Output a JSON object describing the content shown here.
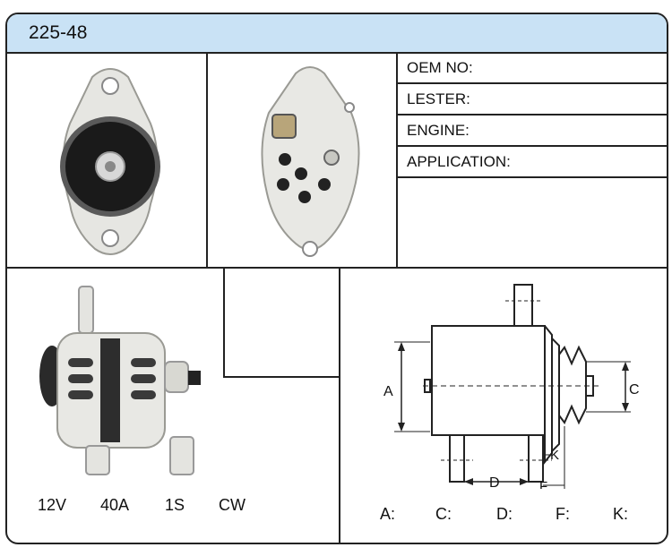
{
  "header": {
    "title": "225-48"
  },
  "fields": [
    {
      "label": "OEM NO:"
    },
    {
      "label": "LESTER:"
    },
    {
      "label": "ENGINE:"
    },
    {
      "label": "APPLICATION:"
    }
  ],
  "specs": [
    "12V",
    "40A",
    "1S",
    "CW"
  ],
  "diagram": {
    "labels": {
      "a": "A",
      "c": "C",
      "d": "D",
      "f": "F",
      "k": "K"
    }
  },
  "dimensions": [
    "A:",
    "C:",
    "D:",
    "F:",
    "K:"
  ]
}
